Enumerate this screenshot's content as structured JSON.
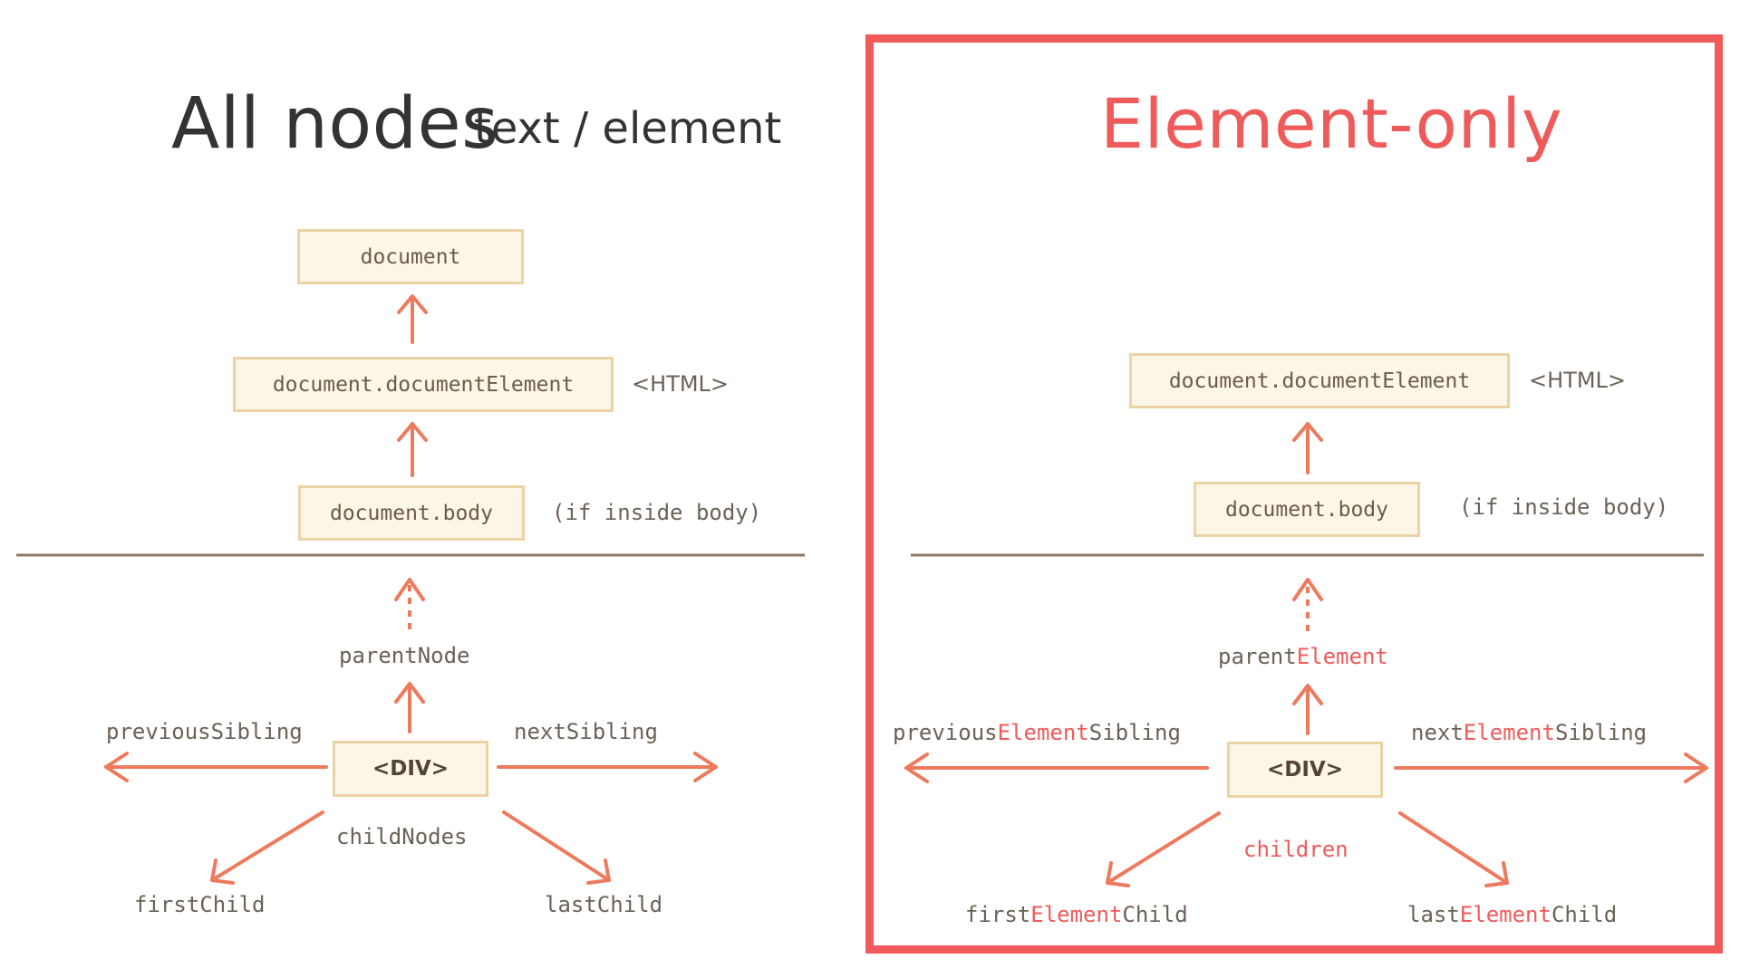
{
  "left": {
    "title": "All nodes",
    "subtitle": "text / element",
    "document": "document",
    "document_element": "document.documentElement",
    "html_tag": "<HTML>",
    "body": "document.body",
    "if_inside_body": "(if inside body)",
    "parent": "parentNode",
    "previous": "previousSibling",
    "next": "nextSibling",
    "div": "<DIV>",
    "children": "childNodes",
    "first": "firstChild",
    "last": "lastChild"
  },
  "right": {
    "title": "Element-only",
    "document_element": "document.documentElement",
    "html_tag": "<HTML>",
    "body": "document.body",
    "if_inside_body": "(if inside body)",
    "parent": {
      "pre": "parent",
      "hl": "Element",
      "post": ""
    },
    "previous": {
      "pre": "previous",
      "hl": "Element",
      "post": "Sibling"
    },
    "next": {
      "pre": "next",
      "hl": "Element",
      "post": "Sibling"
    },
    "div": "<DIV>",
    "children": "children",
    "first": {
      "pre": "first",
      "hl": "Element",
      "post": "Child"
    },
    "last": {
      "pre": "last",
      "hl": "Element",
      "post": "Child"
    }
  },
  "colors": {
    "accent": "#ef5b5b",
    "arrow": "#ee7a5e",
    "node_fill": "#fcf6e6",
    "node_border": "#ecd3a6",
    "divider": "#8d7a63"
  }
}
